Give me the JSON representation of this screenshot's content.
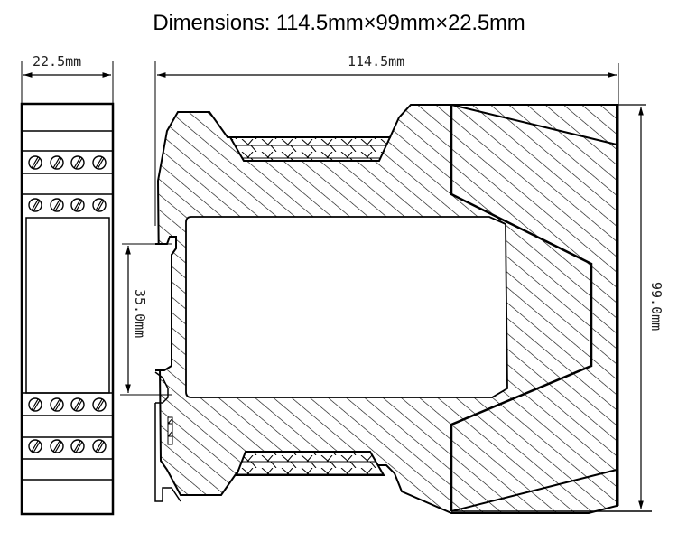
{
  "title": "Dimensions: 114.5mm×99mm×22.5mm",
  "dimensions": {
    "width_label": "22.5mm",
    "length_label": "114.5mm",
    "height_label": "99.0mm",
    "rail_label": "35.0mm"
  },
  "front_view": {
    "terminal_rows": 4,
    "screws_per_row": 4,
    "screw_icon": "slotted-screw-icon"
  },
  "side_view": {
    "section": "hatched cross-section",
    "window": "rounded rectangle cutout"
  },
  "colors": {
    "line": "#000000",
    "background": "#ffffff"
  }
}
